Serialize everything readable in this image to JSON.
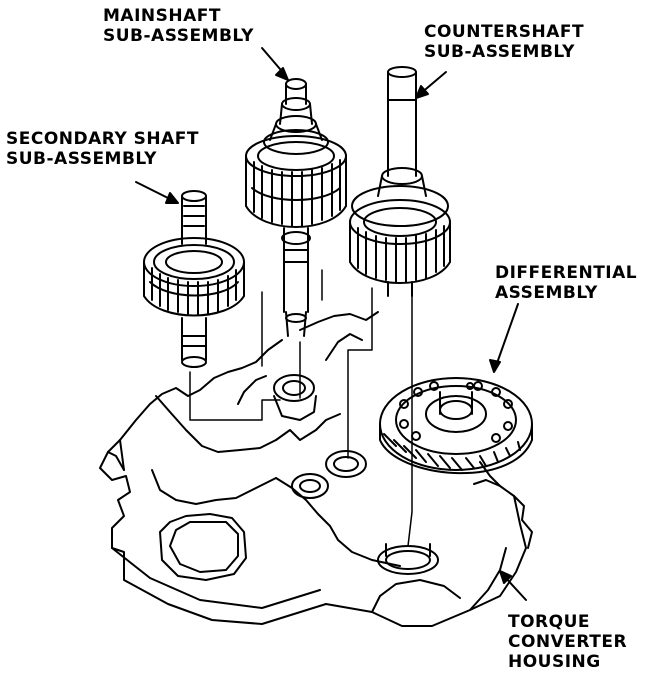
{
  "labels": {
    "mainshaft": [
      "MAINSHAFT",
      "SUB-ASSEMBLY"
    ],
    "countershaft": [
      "COUNTERSHAFT",
      "SUB-ASSEMBLY"
    ],
    "secondary": [
      "SECONDARY SHAFT",
      "SUB-ASSEMBLY"
    ],
    "differential": [
      "DIFFERENTIAL",
      "ASSEMBLY"
    ],
    "housing": [
      "TORQUE",
      "CONVERTER",
      "HOUSING"
    ]
  }
}
